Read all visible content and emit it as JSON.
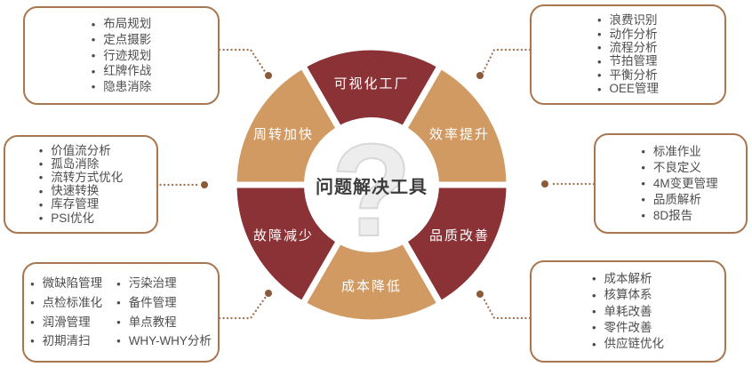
{
  "ui": {
    "bullet": "•"
  },
  "colors": {
    "maroon": "#8B3237",
    "tan": "#D29A63",
    "box_border": "#A9764F",
    "connector": "#9F6C48",
    "connector_dot": "#8A5A3A",
    "box_text": "#4E4E4E",
    "center_title_color": "#3D3D3D",
    "question_mark_color": "#EDEDED"
  },
  "center": {
    "question_mark": "?",
    "title": "问题解决工具"
  },
  "wheel": {
    "segments": [
      {
        "label": "可视化工厂",
        "color": "#8B3237",
        "position": "top"
      },
      {
        "label": "效率提升",
        "color": "#D29A63",
        "position": "upper-right"
      },
      {
        "label": "品质改善",
        "color": "#8B3237",
        "position": "lower-right"
      },
      {
        "label": "成本降低",
        "color": "#D29A63",
        "position": "bottom"
      },
      {
        "label": "故障减少",
        "color": "#8B3237",
        "position": "lower-left"
      },
      {
        "label": "周转加快",
        "color": "#D29A63",
        "position": "upper-left"
      }
    ]
  },
  "boxes": {
    "top_left": {
      "items": [
        "布局规划",
        "定点摄影",
        "行迹规划",
        "红牌作战",
        "隐患消除"
      ]
    },
    "middle_left": {
      "items": [
        "价值流分析",
        "孤岛消除",
        "流转方式优化",
        "快速转换",
        "库存管理",
        "PSI优化"
      ]
    },
    "bottom_left": {
      "col1": [
        "微缺陷管理",
        "点检标准化",
        "润滑管理",
        "初期清扫"
      ],
      "col2": [
        "污染治理",
        "备件管理",
        "单点教程",
        "WHY-WHY分析"
      ]
    },
    "top_right": {
      "items": [
        "浪费识别",
        "动作分析",
        "流程分析",
        "节拍管理",
        "平衡分析",
        "OEE管理"
      ]
    },
    "middle_right": {
      "items": [
        "标准作业",
        "不良定义",
        "4M变更管理",
        "品质解析",
        "8D报告"
      ]
    },
    "bottom_right": {
      "items": [
        "成本解析",
        "核算体系",
        "单耗改善",
        "零件改善",
        "供应链优化"
      ]
    }
  }
}
